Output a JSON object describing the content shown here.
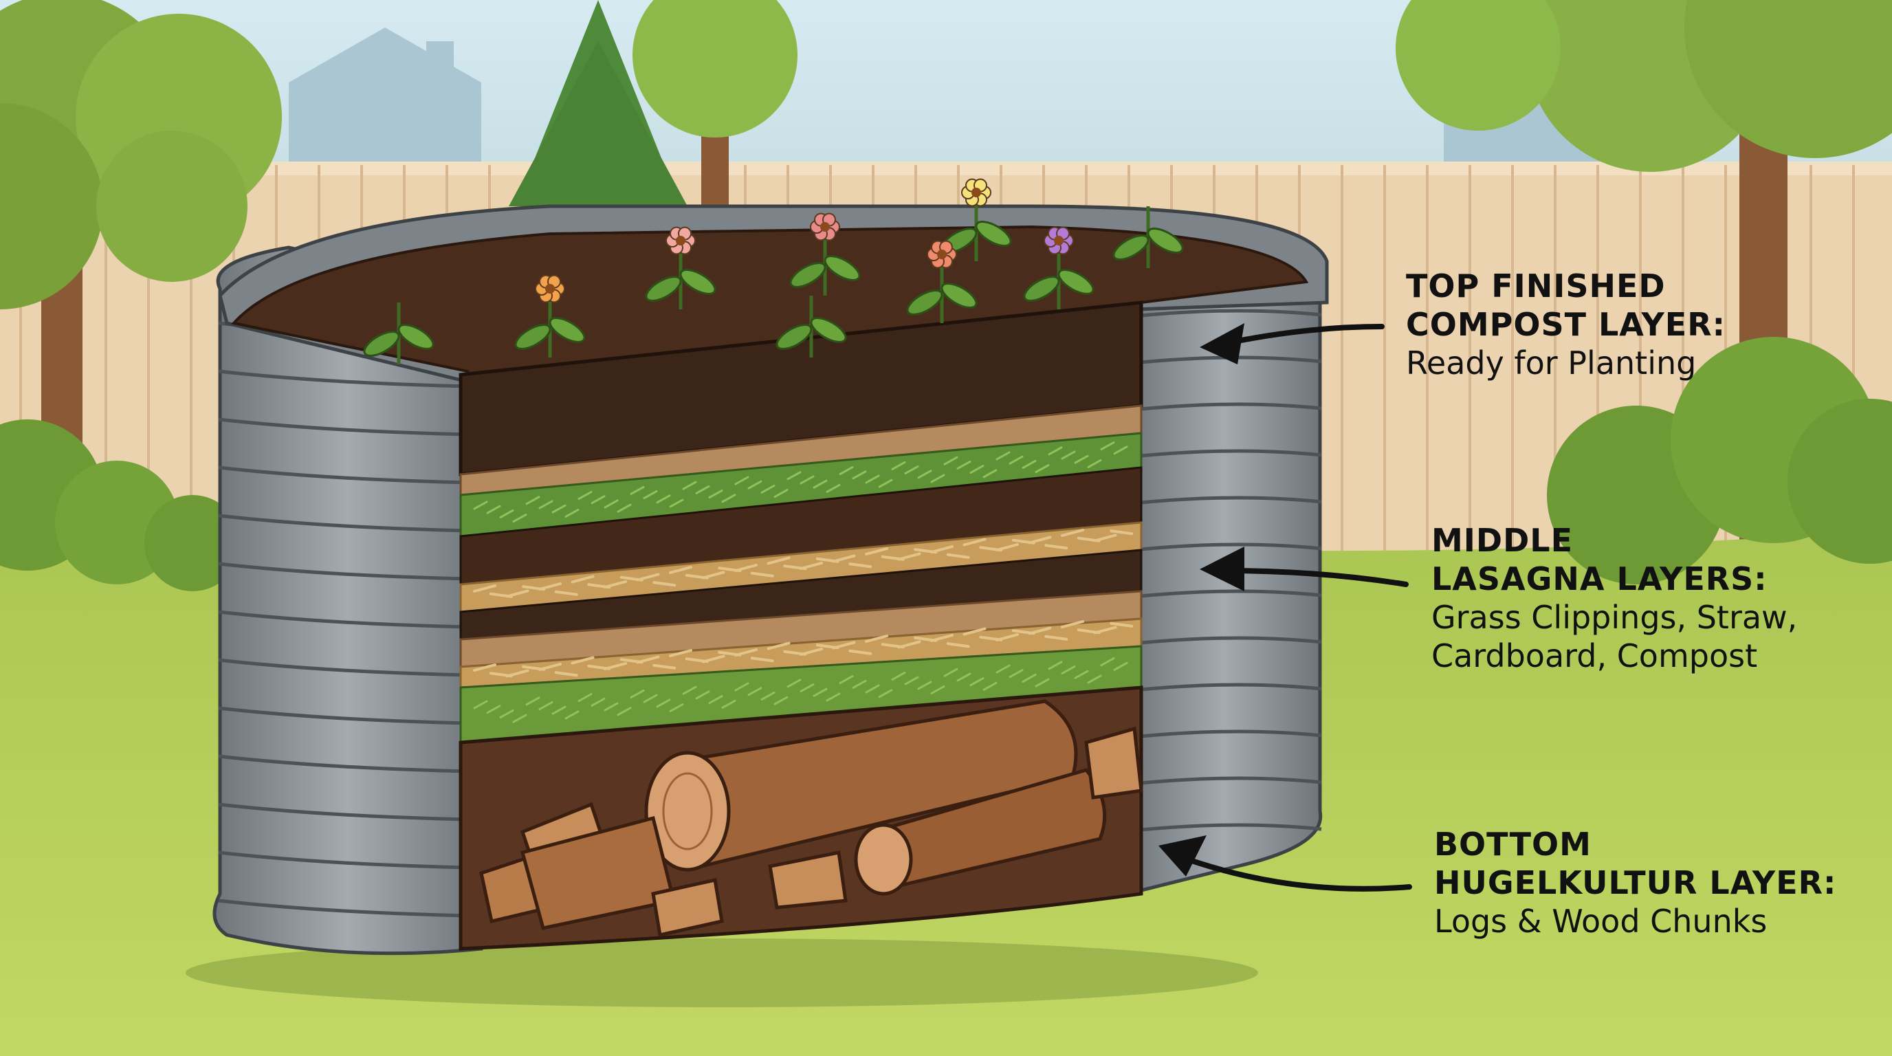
{
  "labels": {
    "top": {
      "title_line1": "TOP FINISHED",
      "title_line2": "COMPOST LAYER:",
      "description": "Ready for Planting"
    },
    "middle": {
      "title_line1": "MIDDLE",
      "title_line2": "LASAGNA LAYERS:",
      "description_line1": "Grass Clippings, Straw,",
      "description_line2": "Cardboard, Compost"
    },
    "bottom": {
      "title_line1": "BOTTOM",
      "title_line2": "HUGELKULTUR LAYER:",
      "description": "Logs & Wood Chunks"
    }
  },
  "colors": {
    "sky": "#cfe3ea",
    "fence": "#ecd3b0",
    "grass": "#b7cf5c",
    "bed_metal": "#8a9096",
    "compost": "#3b2418",
    "green_layer": "#6a9a3a",
    "straw": "#c89c5a",
    "cardboard": "#b58a5e",
    "wood": "#a0643a"
  }
}
